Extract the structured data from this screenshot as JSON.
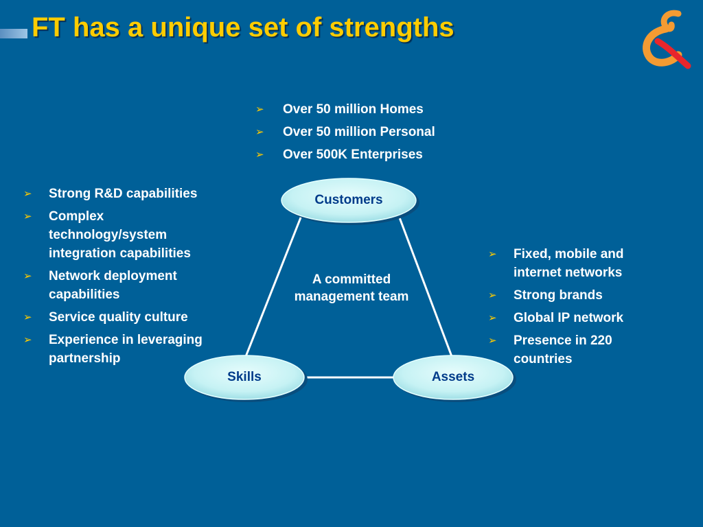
{
  "slide": {
    "title": "FT has a unique set of strengths"
  },
  "customers_list": [
    "Over 50 million Homes",
    "Over 50 million Personal",
    "Over  500K Enterprises"
  ],
  "skills_list": [
    "Strong R&D capabilities",
    "Complex technology/system integration capabilities",
    "Network deployment capabilities",
    "Service quality culture",
    "Experience in leveraging partnership"
  ],
  "assets_list": [
    "Fixed, mobile and internet networks",
    "Strong brands",
    "Global IP network",
    "Presence in 220 countries"
  ],
  "diagram": {
    "top_node": "Customers",
    "left_node": "Skills",
    "right_node": "Assets",
    "center": "A committed management team"
  },
  "colors": {
    "background": "#006098",
    "title": "#ffcc00",
    "node_fill": "#c8f4f4",
    "node_text": "#003b8a",
    "bullet_arrow": "#ffcc00"
  },
  "icons": {
    "bullet": "arrow-bullet-icon",
    "logo": "brand-logo-icon"
  }
}
